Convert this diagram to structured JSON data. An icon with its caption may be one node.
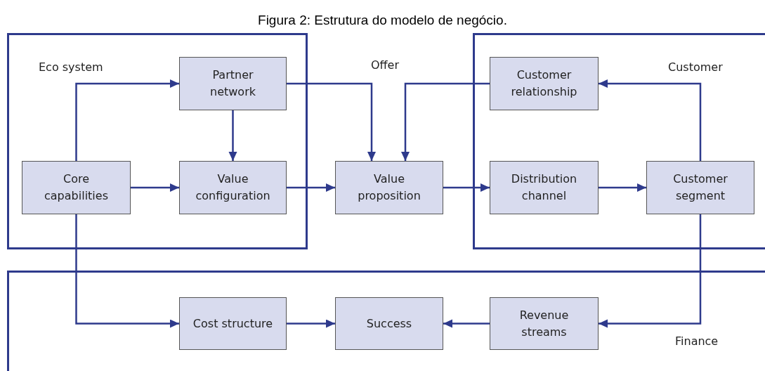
{
  "diagram": {
    "title": "Figura 2: Estrutura do modelo de negócio.",
    "nodes": [
      {
        "text": [
          "Eco system"
        ]
      },
      {
        "text": [
          "Partner network"
        ],
        "in": 0
      },
      {
        "text": [
          "Core capabilities"
        ],
        "in": 0
      },
      {
        "text": [
          "Value configuration"
        ],
        "in": 0
      },
      {
        "text": [
          "Value proposition"
        ]
      },
      {
        "text": [
          "Customer"
        ]
      },
      {
        "text": [
          "Customer relationship"
        ],
        "in": 5
      },
      {
        "text": [
          "Distribution channel"
        ],
        "in": 5
      },
      {
        "text": [
          "Customer segment"
        ],
        "in": 5
      },
      {
        "text": [
          "Finance"
        ]
      },
      {
        "text": [
          "Cost structure"
        ],
        "in": 9
      },
      {
        "text": [
          "Success"
        ],
        "in": 9
      },
      {
        "text": [
          "Revenue streams"
        ],
        "in": 9
      }
    ],
    "edges": [
      {
        "from": 2,
        "to": 1,
        "arrow": "to"
      },
      {
        "from": 1,
        "to": 3,
        "arrow": "to"
      },
      {
        "from": 1,
        "to": 4,
        "arrow": "to"
      },
      {
        "from": 2,
        "to": 3,
        "arrow": "to"
      },
      {
        "from": 3,
        "to": 4,
        "arrow": "to"
      },
      {
        "from": 6,
        "to": 4,
        "arrow": "to"
      },
      {
        "from": 4,
        "to": 7,
        "arrow": "to"
      },
      {
        "from": 7,
        "to": 8,
        "arrow": "to"
      },
      {
        "from": 8,
        "to": 6,
        "arrow": "to"
      },
      {
        "from": 2,
        "to": 10,
        "arrow": "to"
      },
      {
        "from": 10,
        "to": 11,
        "arrow": "to"
      },
      {
        "from": 8,
        "to": 12,
        "arrow": "to"
      },
      {
        "from": 12,
        "to": 11,
        "arrow": "to"
      }
    ],
    "labels": [
      "Offer"
    ]
  }
}
